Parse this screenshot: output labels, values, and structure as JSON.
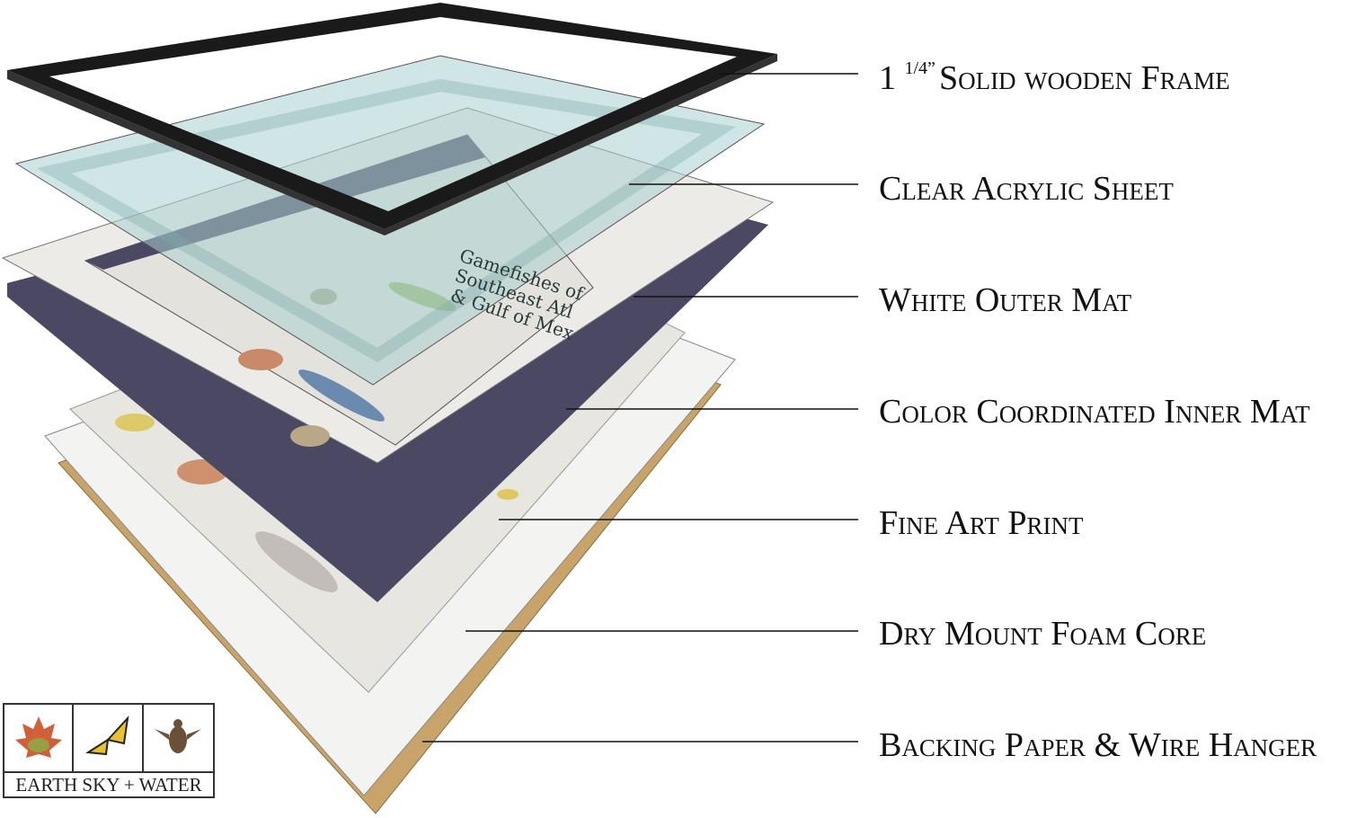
{
  "layers": [
    {
      "name_pre": "1 ",
      "sup": "1/4”",
      "name": "Solid wooden Frame"
    },
    {
      "name": "Clear Acrylic Sheet"
    },
    {
      "name": "White Outer Mat"
    },
    {
      "name": "Color Coordinated Inner Mat"
    },
    {
      "name": "Fine Art Print"
    },
    {
      "name": "Dry Mount Foam Core"
    },
    {
      "name": "Backing Paper & Wire Hanger"
    }
  ],
  "print": {
    "title_line1": "Gamefishes of",
    "title_line2": "Southeast Atl",
    "title_line3": "& Gulf of Mex"
  },
  "logo": {
    "text": "EARTH SKY + WATER"
  },
  "colors": {
    "frame": "#1a1a1a",
    "acrylic": "#a9cfd0",
    "outer_mat": "#ecebe8",
    "inner_mat": "#4a4862",
    "print": "#e8e6e1",
    "foam": "#f3f3f1",
    "backing": "#c9a46a"
  }
}
